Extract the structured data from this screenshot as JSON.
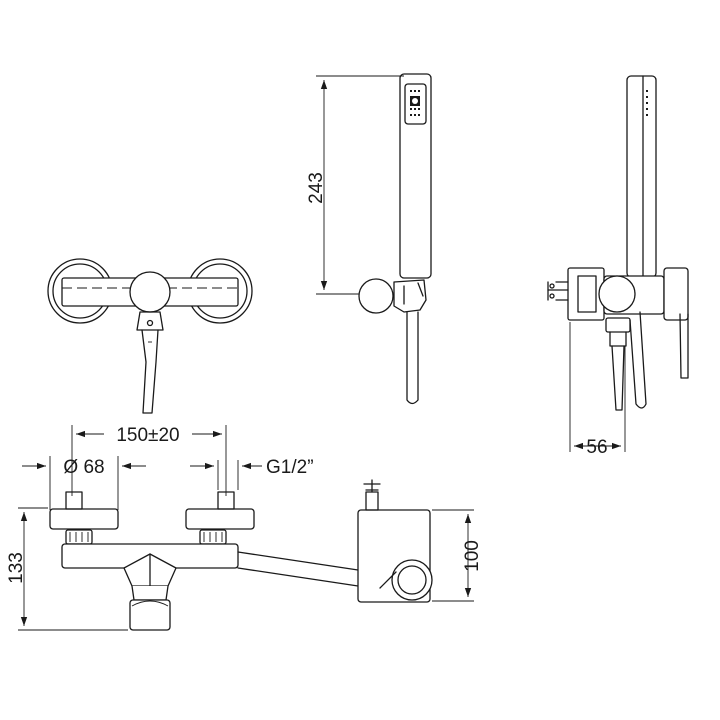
{
  "dimensions": {
    "hand_shower_length": "243",
    "projection": "56",
    "inlet_spacing": "150±20",
    "rosette_diameter": "Ø 68",
    "thread": "G1/2”",
    "total_height": "133",
    "side_height": "100"
  },
  "colors": {
    "line": "#1a1a1a",
    "background": "#ffffff"
  }
}
